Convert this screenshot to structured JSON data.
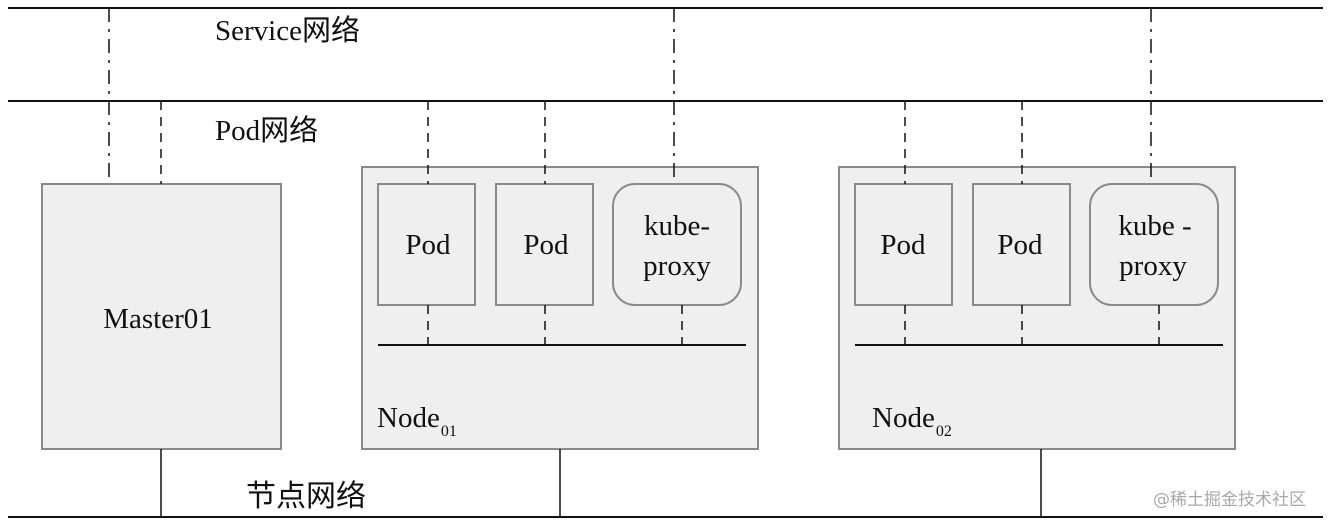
{
  "networks": {
    "service": "Service网络",
    "pod": "Pod网络",
    "node": "节点网络"
  },
  "master": {
    "label": "Master01"
  },
  "nodes": [
    {
      "name": "Node",
      "subscript": "01",
      "pods": [
        "Pod",
        "Pod"
      ],
      "proxy": {
        "line1": "kube-",
        "line2": "proxy"
      }
    },
    {
      "name": "Node",
      "subscript": "02",
      "pods": [
        "Pod",
        "Pod"
      ],
      "proxy": {
        "line1": "kube -",
        "line2": "proxy"
      }
    }
  ],
  "watermark": "@稀土掘金技术社区",
  "colors": {
    "box_fill": "#efefef",
    "box_stroke": "#8a8a8a",
    "line": "#111111"
  }
}
